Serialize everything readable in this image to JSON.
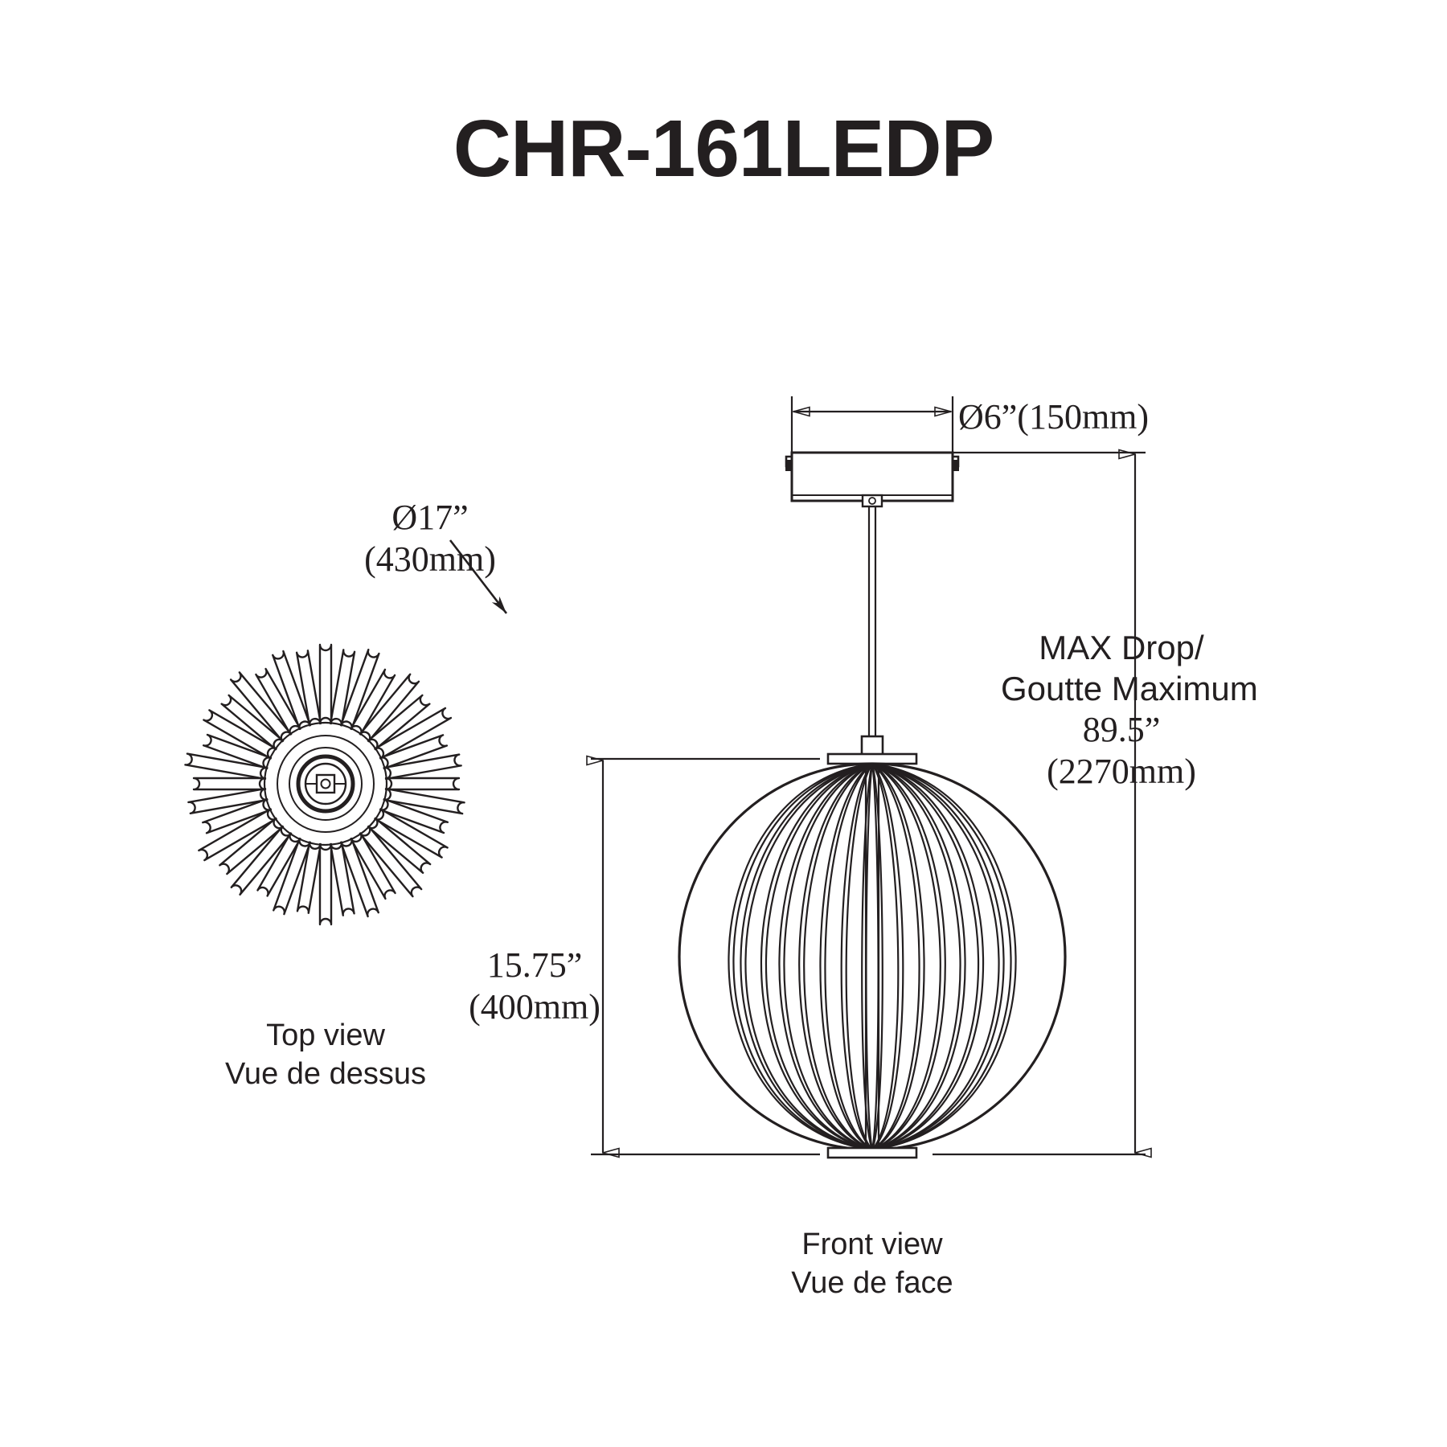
{
  "document": {
    "title": "CHR-161LEDP",
    "background_color": "#ffffff",
    "line_color": "#231f20"
  },
  "views": [
    {
      "id": "top-view",
      "caption_en": "Top view",
      "caption_fr": "Vue de dessus"
    },
    {
      "id": "front-view",
      "caption_en": "Front view",
      "caption_fr": "Vue de face"
    }
  ],
  "dimensions": {
    "canopy_diameter": {
      "line1": "Ø6”(150mm)",
      "value_in": "6",
      "value_mm": "150"
    },
    "shade_diameter": {
      "line1": "Ø17”",
      "line2": "(430mm)",
      "value_in": "17",
      "value_mm": "430"
    },
    "shade_height": {
      "line1": "15.75”",
      "line2": "(400mm)",
      "value_in": "15.75",
      "value_mm": "400"
    },
    "max_drop": {
      "line1": "MAX Drop/",
      "line2": "Goutte Maximum",
      "line3": "89.5”",
      "line4": "(2270mm)",
      "value_in": "89.5",
      "value_mm": "2270"
    }
  }
}
